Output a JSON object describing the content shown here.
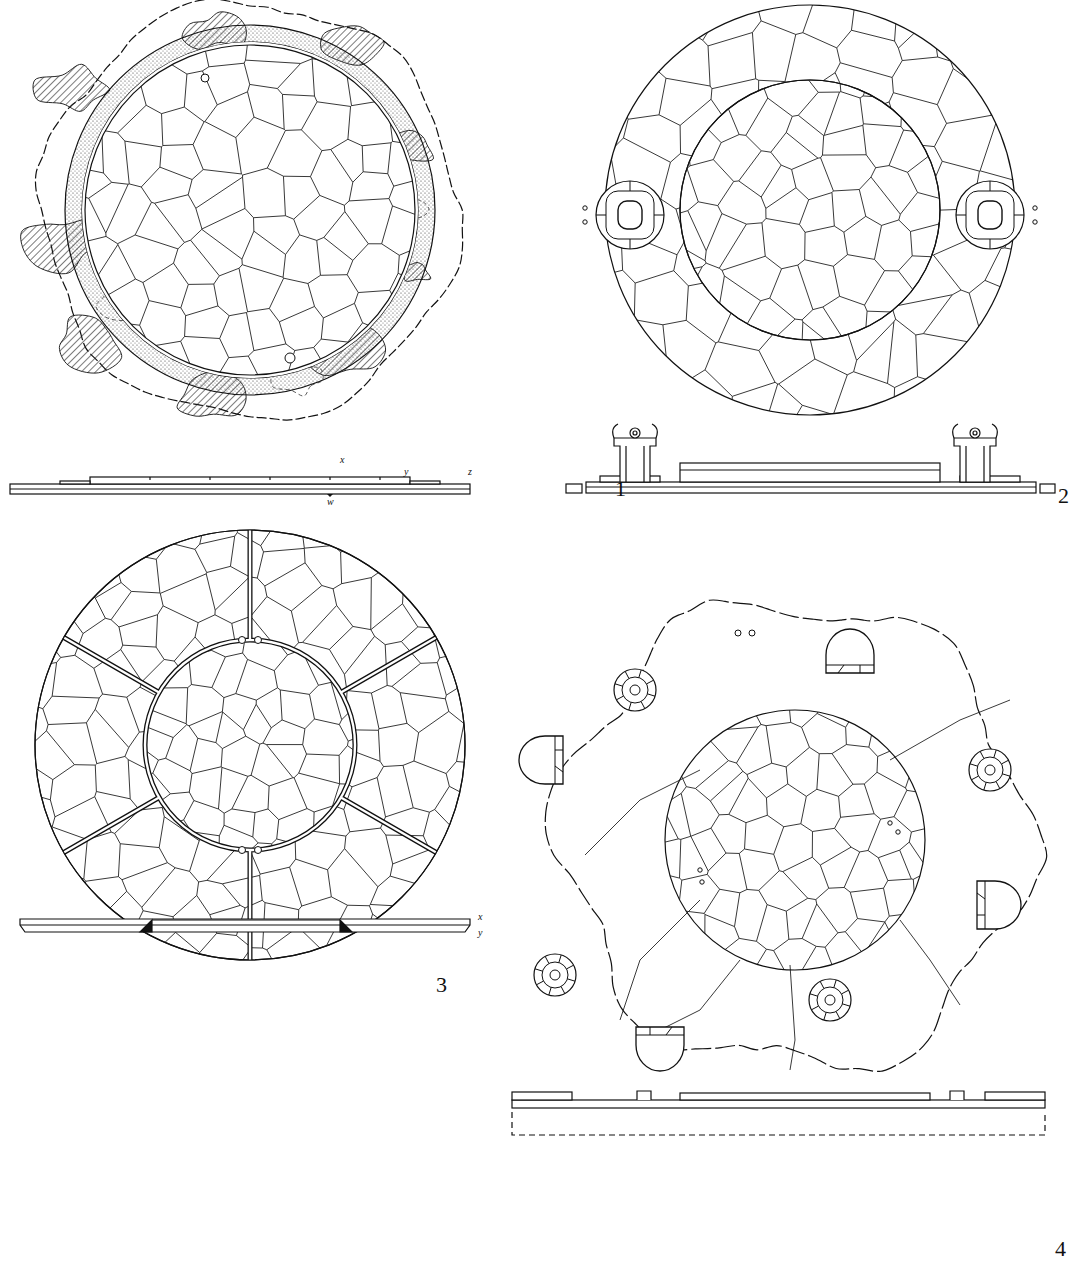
{
  "diagram": {
    "labels": [
      "x",
      "y",
      "z",
      "w",
      "1",
      "2",
      "x",
      "y",
      "3",
      "4"
    ]
  }
}
